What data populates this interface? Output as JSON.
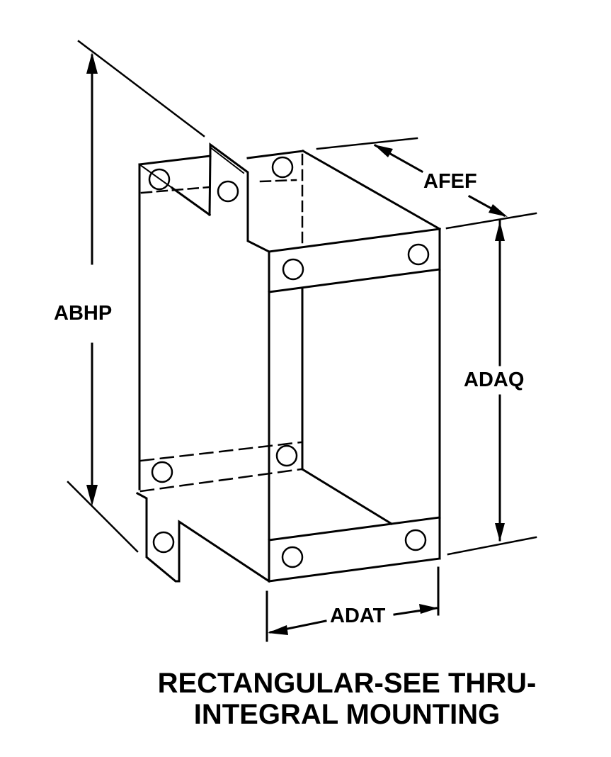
{
  "diagram": {
    "type": "technical-dimension-drawing",
    "subject": "box",
    "caption": {
      "line1": "RECTANGULAR-SEE THRU-",
      "line2": "INTEGRAL MOUNTING"
    },
    "dimensions": {
      "overall_height": "ABHP",
      "depth": "AFEF",
      "front_height": "ADAQ",
      "width": "ADAT"
    },
    "colors": {
      "line": "#000000",
      "background": "#ffffff"
    }
  }
}
